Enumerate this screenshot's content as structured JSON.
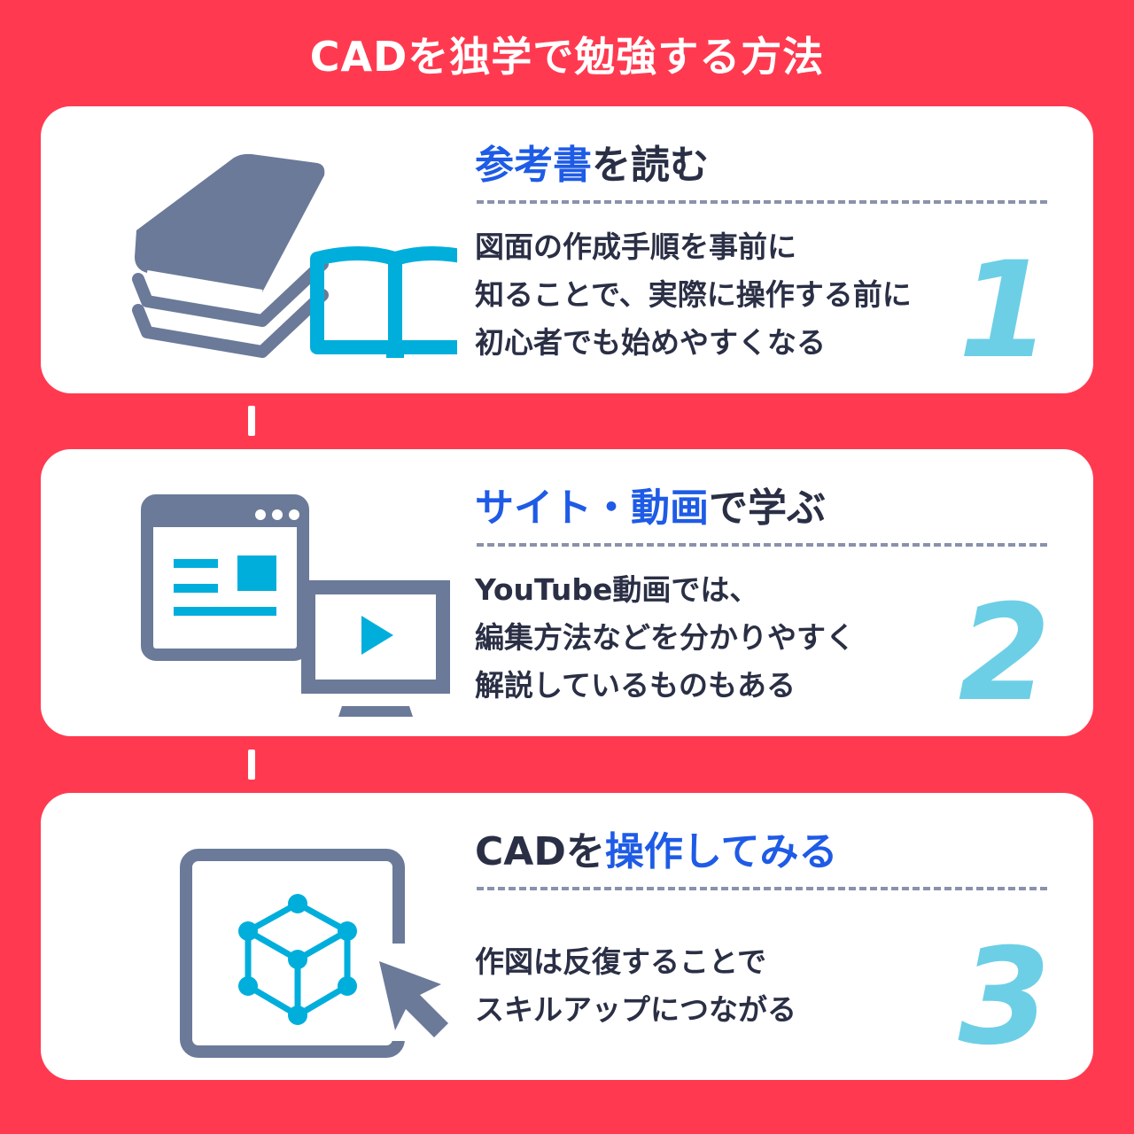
{
  "title": "CADを独学で勉強する方法",
  "colors": {
    "background": "#ff3a50",
    "accent_blue": "#1e5be6",
    "number_cyan": "#6ccfe6",
    "icon_gray": "#6b7a99",
    "icon_cyan": "#00aedc"
  },
  "cards": [
    {
      "number": "1",
      "heading_highlight": "参考書",
      "heading_rest": "を読む",
      "body": [
        "図面の作成手順を事前に",
        "知ることで、実際に操作する前に",
        "初心者でも始めやすくなる"
      ],
      "icon": "books-icon"
    },
    {
      "number": "2",
      "heading_highlight": "サイト・動画",
      "heading_rest": "で学ぶ",
      "body": [
        "YouTube動画では、",
        "編集方法などを分かりやすく",
        "解説しているものもある"
      ],
      "icon": "website-video-icon"
    },
    {
      "number": "3",
      "heading_prefix": "CADを",
      "heading_highlight": "操作してみる",
      "body": [
        "作図は反復することで",
        "スキルアップにつながる"
      ],
      "icon": "cad-cube-cursor-icon"
    }
  ]
}
